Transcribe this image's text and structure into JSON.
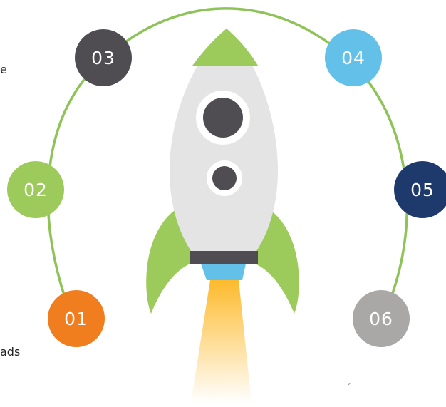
{
  "steps": [
    {
      "label": "01",
      "color": "#F07E1E"
    },
    {
      "label": "02",
      "color": "#9CCB5B"
    },
    {
      "label": "03",
      "color": "#4F4D52"
    },
    {
      "label": "04",
      "color": "#63C1E9"
    },
    {
      "label": "05",
      "color": "#1E3A6C"
    },
    {
      "label": "06",
      "color": "#AAA8A6"
    }
  ],
  "cropped_text": {
    "top_left": "e",
    "bottom_left": "ads"
  },
  "colors": {
    "arc": "#8DC357",
    "rocket_body": "#E4E4E4",
    "rocket_fin": "#9CCB5B",
    "rocket_nose": "#9CCB5B",
    "porthole": "#4F4D52",
    "porthole_ring": "#FFFFFF",
    "rocket_base": "#4F4D52",
    "nozzle": "#63C1E9",
    "flame_top": "#FDBA2C",
    "flame_bottom": "#FFFFFF"
  }
}
